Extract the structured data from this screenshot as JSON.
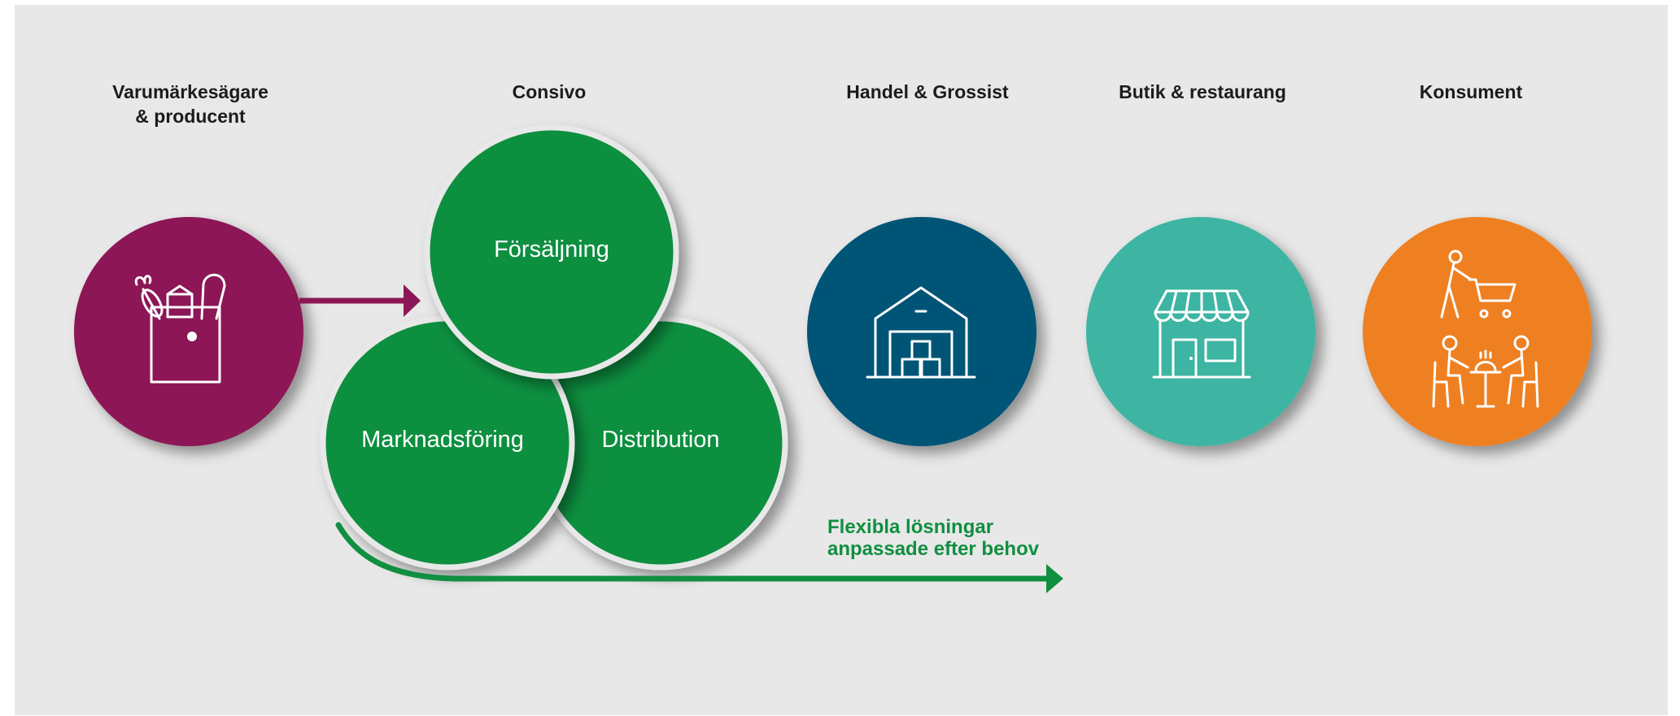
{
  "headings": {
    "producer_line1": "Varumärkesägare",
    "producer_line2": "& producent",
    "consivo": "Consivo",
    "wholesale": "Handel & Grossist",
    "retail": "Butik & restaurang",
    "consumer": "Konsument"
  },
  "services": {
    "sales": "Försäljning",
    "marketing": "Marknadsföring",
    "distribution": "Distribution"
  },
  "flex_note": {
    "line1": "Flexibla lösningar",
    "line2": "anpassade efter behov"
  },
  "icons": {
    "producer": "grocery-bag-icon",
    "wholesale": "warehouse-icon",
    "retail": "storefront-icon",
    "consumer": "shopper-and-diners-icon"
  },
  "colors": {
    "background": "#e8e8e8",
    "producer": "#8c1656",
    "consivo_green": "#108f40",
    "wholesale": "#025577",
    "retail": "#3db5a2",
    "consumer": "#ee8022",
    "heading_text": "#1c1c1c"
  }
}
